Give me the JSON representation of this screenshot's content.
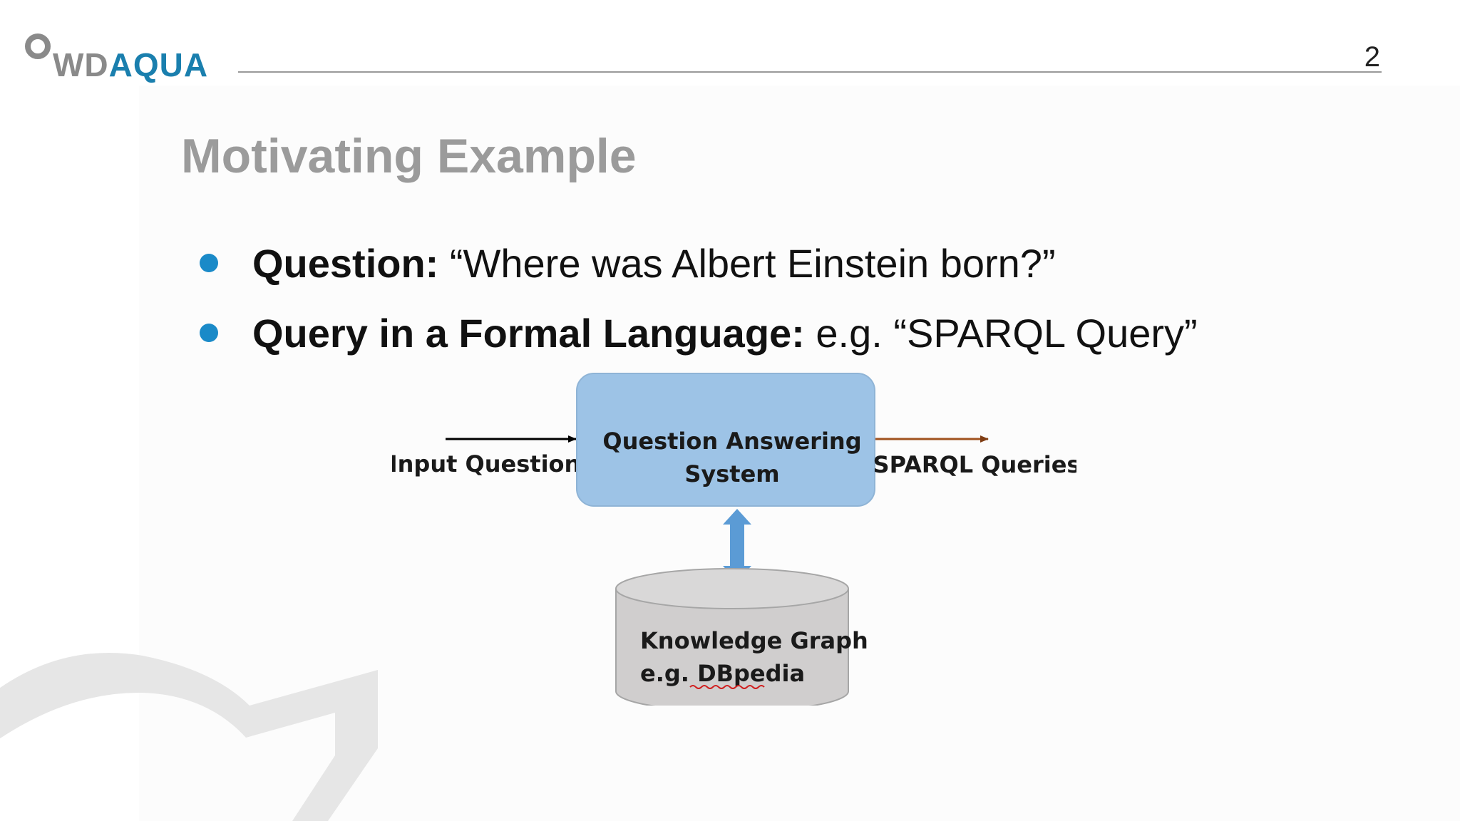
{
  "header": {
    "logo_part1": "WD",
    "logo_part2": "AQUA",
    "slide_number": "2"
  },
  "title": "Motivating Example",
  "bullets": [
    {
      "label": "Question:",
      "text": " “Where was Albert Einstein born?”"
    },
    {
      "label": "Query in a Formal Language:",
      "text": " e.g. “SPARQL Query”"
    }
  ],
  "diagram": {
    "input_label": "Input Question",
    "system_line1": "Question Answering",
    "system_line2": "System",
    "output_label": "SPARQL Queries",
    "kg_line1": "Knowledge Graph",
    "kg_line2": "e.g. DBpedia"
  },
  "colors": {
    "accent_blue": "#1a8ac8",
    "logo_aqua": "#1a7fae",
    "system_box": "#9dc3e6",
    "connector_arrow": "#5b9bd5",
    "database_fill": "#d0cece",
    "output_arrow": "#c55a11"
  }
}
